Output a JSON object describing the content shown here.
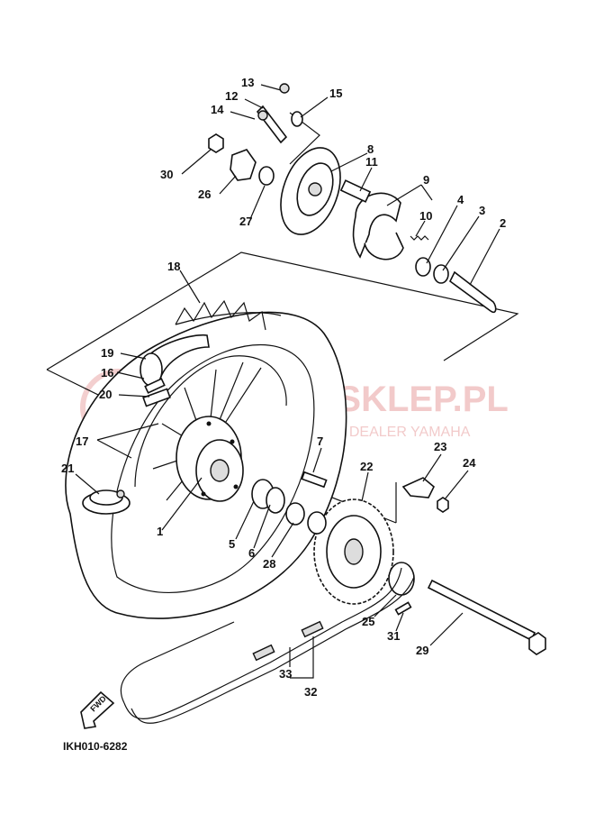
{
  "diagram_code": "IKH010-6282",
  "watermark": {
    "brand": "MANIA-SKLEP.PL",
    "subline": "MOTOCYKLOWICZ | DEALER YAMAHA",
    "color": "#e8a0a0"
  },
  "fwd_label": "FWD",
  "callouts": [
    {
      "id": "c1",
      "label": "1"
    },
    {
      "id": "c2",
      "label": "2"
    },
    {
      "id": "c3",
      "label": "3"
    },
    {
      "id": "c4",
      "label": "4"
    },
    {
      "id": "c5",
      "label": "5"
    },
    {
      "id": "c6",
      "label": "6"
    },
    {
      "id": "c7",
      "label": "7"
    },
    {
      "id": "c8",
      "label": "8"
    },
    {
      "id": "c9",
      "label": "9"
    },
    {
      "id": "c10",
      "label": "10"
    },
    {
      "id": "c11",
      "label": "11"
    },
    {
      "id": "c12",
      "label": "12"
    },
    {
      "id": "c13",
      "label": "13"
    },
    {
      "id": "c14",
      "label": "14"
    },
    {
      "id": "c15",
      "label": "15"
    },
    {
      "id": "c16",
      "label": "16"
    },
    {
      "id": "c17",
      "label": "17"
    },
    {
      "id": "c18",
      "label": "18"
    },
    {
      "id": "c19",
      "label": "19"
    },
    {
      "id": "c20",
      "label": "20"
    },
    {
      "id": "c21",
      "label": "21"
    },
    {
      "id": "c22",
      "label": "22"
    },
    {
      "id": "c23",
      "label": "23"
    },
    {
      "id": "c24",
      "label": "24"
    },
    {
      "id": "c25",
      "label": "25"
    },
    {
      "id": "c26",
      "label": "26"
    },
    {
      "id": "c27",
      "label": "27"
    },
    {
      "id": "c28",
      "label": "28"
    },
    {
      "id": "c29",
      "label": "29"
    },
    {
      "id": "c30",
      "label": "30"
    },
    {
      "id": "c31",
      "label": "31"
    },
    {
      "id": "c32",
      "label": "32"
    },
    {
      "id": "c33",
      "label": "33"
    }
  ]
}
